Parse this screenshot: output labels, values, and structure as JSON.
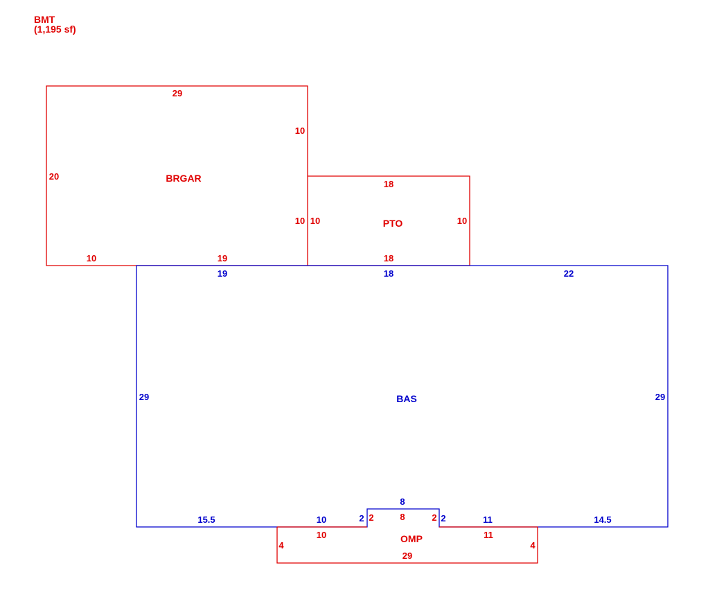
{
  "header": {
    "level": "BMT",
    "area": "(1,195 sf)"
  },
  "colors": {
    "red": "#e00000",
    "blue": "#0000cc"
  },
  "areas": {
    "brgar": {
      "name": "BRGAR",
      "top": "29",
      "right_upper": "10",
      "left": "20",
      "right_lower": "10",
      "bottom_left": "10",
      "bottom_right": "19"
    },
    "pto": {
      "name": "PTO",
      "top": "18",
      "left": "10",
      "right": "10",
      "bottom": "18"
    },
    "bas": {
      "name": "BAS",
      "top_left": "19",
      "top_middle": "18",
      "top_right": "22",
      "left": "29",
      "right": "29",
      "bottom_left": "15.5",
      "bottom_inner_left": "10",
      "notch_left": "2",
      "notch_top": "8",
      "notch_right": "2",
      "bottom_inner_right": "11",
      "bottom_right": "14.5"
    },
    "omp": {
      "name": "OMP",
      "top_left": "10",
      "notch_left": "2",
      "notch_top": "8",
      "notch_right": "2",
      "top_right": "11",
      "left": "4",
      "right": "4",
      "bottom": "29"
    }
  }
}
